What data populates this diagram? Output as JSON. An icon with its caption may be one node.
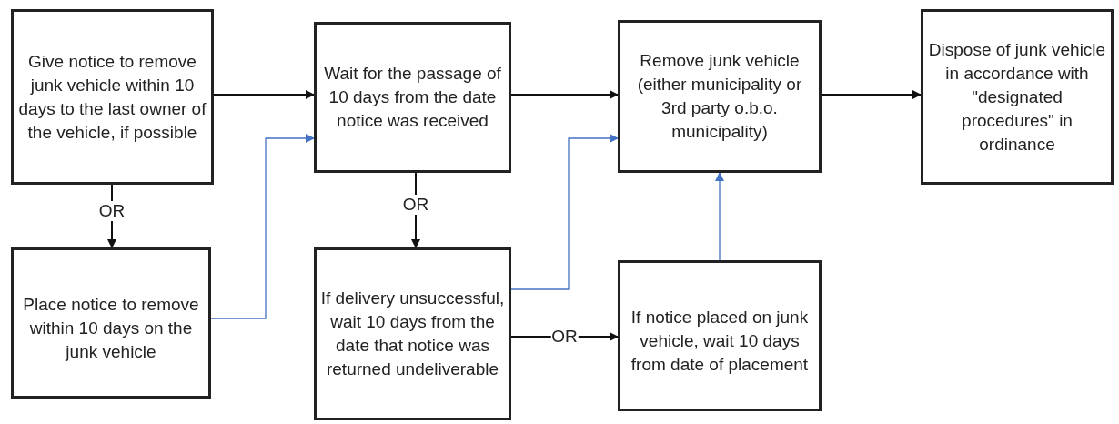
{
  "diagram": {
    "nodes": [
      {
        "text": [
          "Give notice to remove junk vehicle within 10 days to the last owner of the vehicle, if possible"
        ]
      },
      {
        "text": [
          "Place notice to remove within 10 days on the junk vehicle"
        ]
      },
      {
        "text": [
          "Wait for the passage of 10 days from the date notice was received"
        ]
      },
      {
        "text": [
          "If delivery unsuccessful, wait 10 days from the date that notice was returned undeliverable"
        ]
      },
      {
        "text": [
          "Remove junk vehicle (either municipality or 3rd party o.b.o. municipality)"
        ]
      },
      {
        "text": [
          "Dispose of junk vehicle in accordance with \"designated procedures\" in ordinance"
        ]
      },
      {
        "text": [
          "If notice placed on junk vehicle, wait 10 days from date of placement"
        ]
      }
    ],
    "edges": [
      {
        "from": 0,
        "to": 2,
        "arrow": "to"
      },
      {
        "from": 2,
        "to": 4,
        "arrow": "to"
      },
      {
        "from": 4,
        "to": 5,
        "arrow": "to"
      },
      {
        "from": 0,
        "to": 1,
        "arrow": "to",
        "label": "OR"
      },
      {
        "from": 2,
        "to": 3,
        "arrow": "to",
        "label": "OR"
      },
      {
        "from": 1,
        "to": 2,
        "arrow": "to",
        "color": "#4472c4"
      },
      {
        "from": 3,
        "to": 4,
        "arrow": "to",
        "color": "#4472c4"
      },
      {
        "from": 3,
        "to": 6,
        "arrow": "to",
        "label": "OR"
      },
      {
        "from": 6,
        "to": 4,
        "arrow": "to",
        "color": "#4472c4"
      }
    ]
  }
}
